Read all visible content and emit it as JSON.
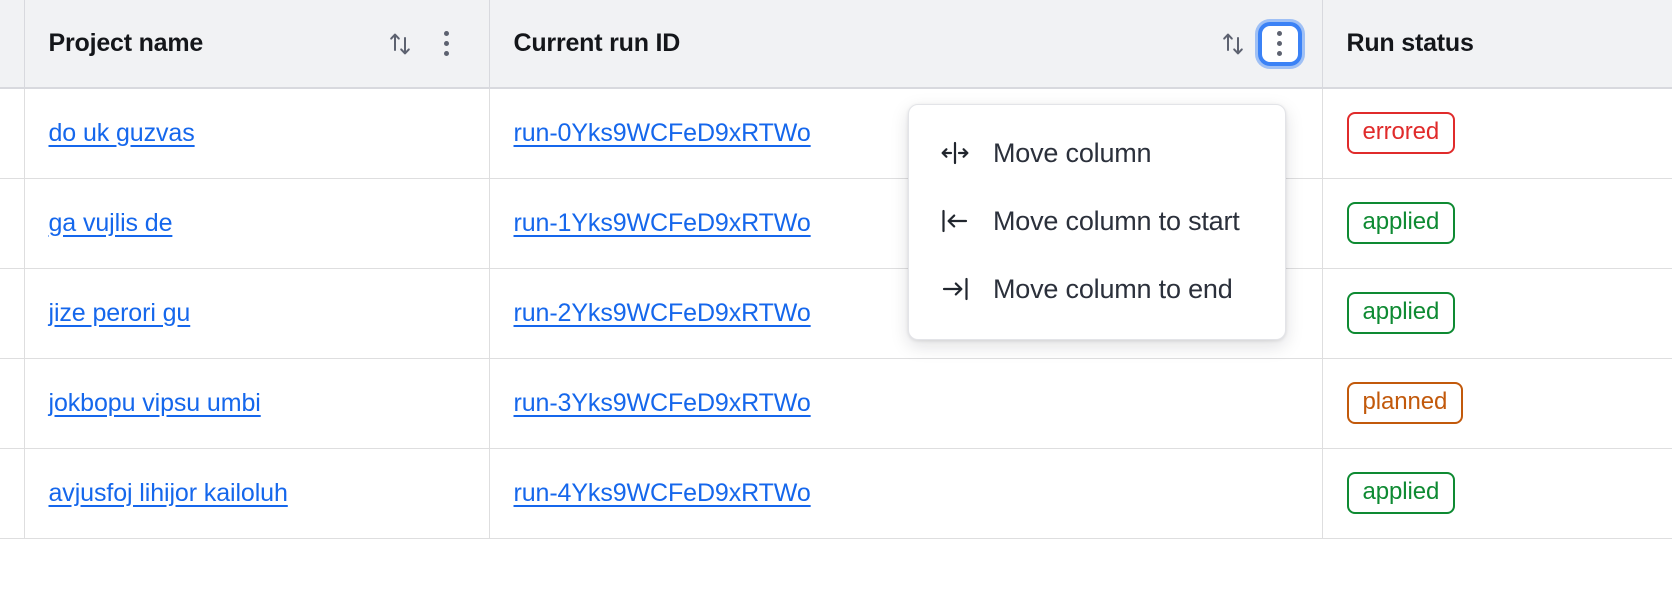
{
  "table": {
    "columns": [
      {
        "key": "project",
        "label": "Project name",
        "sort_icon": "sort-updown-icon",
        "has_kebab": true,
        "kebab_focused": false
      },
      {
        "key": "runid",
        "label": "Current run ID",
        "sort_icon": "sort-updown-icon",
        "has_kebab": true,
        "kebab_focused": true
      },
      {
        "key": "status",
        "label": "Run status",
        "sort_icon": "sort-updown-icon",
        "has_kebab": false,
        "kebab_focused": false
      }
    ],
    "rows": [
      {
        "project": "do uk guzvas",
        "run_id": "run-0Yks9WCFeD9xRTWo",
        "status": "errored",
        "status_kind": "errored"
      },
      {
        "project": "ga vujlis de",
        "run_id": "run-1Yks9WCFeD9xRTWo",
        "status": "applied",
        "status_kind": "applied"
      },
      {
        "project": "jize perori gu",
        "run_id": "run-2Yks9WCFeD9xRTWo",
        "status": "applied",
        "status_kind": "applied"
      },
      {
        "project": "jokbopu vipsu umbi",
        "run_id": "run-3Yks9WCFeD9xRTWo",
        "status": "planned",
        "status_kind": "planned"
      },
      {
        "project": "avjusfoj lihijor kailoluh",
        "run_id": "run-4Yks9WCFeD9xRTWo",
        "status": "applied",
        "status_kind": "applied"
      }
    ]
  },
  "menu": {
    "visible": true,
    "items": [
      {
        "icon": "move-column-icon",
        "label": "Move column"
      },
      {
        "icon": "move-column-to-start-icon",
        "label": "Move column to start"
      },
      {
        "icon": "move-column-to-end-icon",
        "label": "Move column to end"
      }
    ]
  },
  "colors": {
    "link": "#1567ec",
    "header_bg": "#f1f2f4",
    "border": "#dededf",
    "focus_ring": "#3b82f6",
    "errored": "#e02b2b",
    "applied": "#0e8a32",
    "planned": "#c2590b"
  }
}
